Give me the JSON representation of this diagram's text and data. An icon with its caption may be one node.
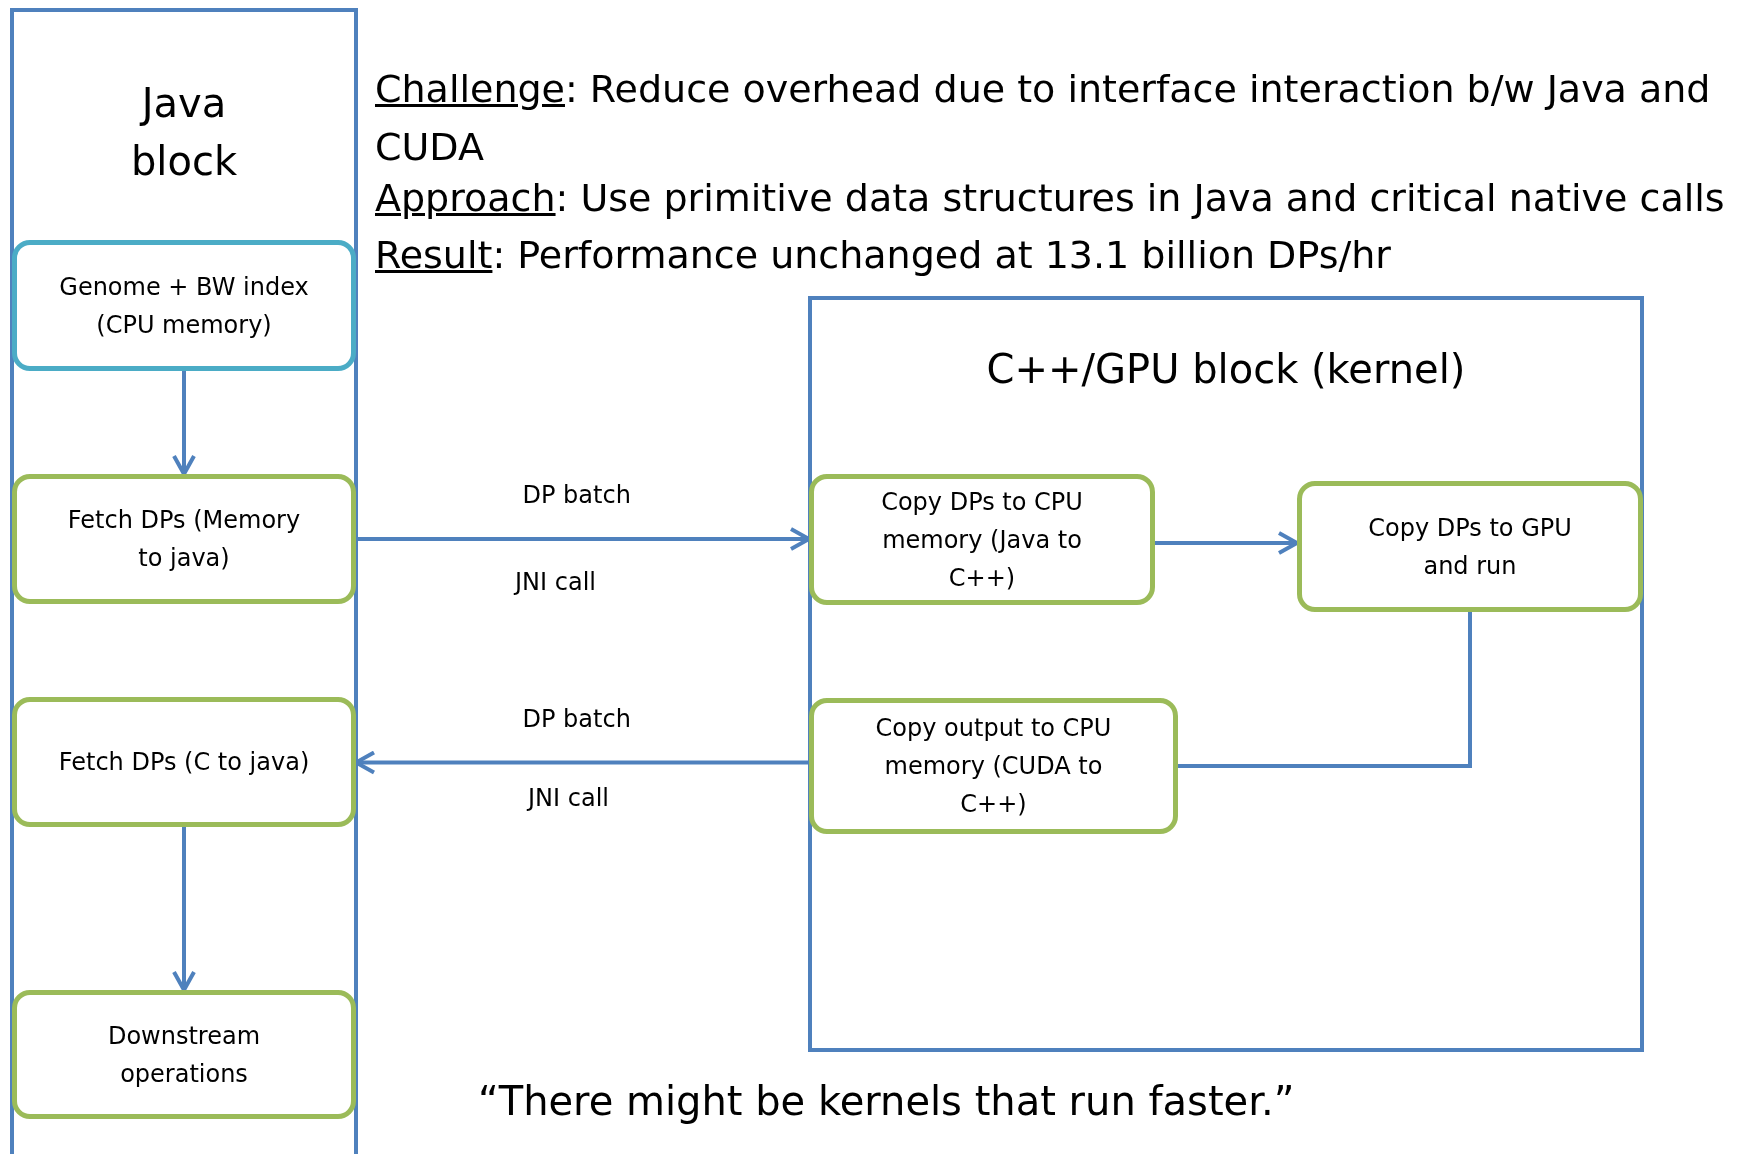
{
  "diagram": {
    "nodes": [
      {
        "text": [
          "Java block"
        ]
      },
      {
        "text": [
          "Genome + BW index (CPU memory)"
        ],
        "in": 0
      },
      {
        "text": [
          "Fetch DPs (Memory to java)"
        ],
        "in": 0
      },
      {
        "text": [
          "Fetch DPs (C to java)"
        ],
        "in": 0
      },
      {
        "text": [
          "Downstream operations"
        ],
        "in": 0
      },
      {
        "text": [
          "C++/GPU block (kernel)"
        ]
      },
      {
        "text": [
          "Copy DPs to CPU memory (Java to C++)"
        ],
        "in": 5
      },
      {
        "text": [
          "Copy DPs to GPU and run"
        ],
        "in": 5
      },
      {
        "text": [
          "Copy  output to CPU memory (CUDA to C++)"
        ],
        "in": 5
      }
    ],
    "edges": [
      {
        "from": 1,
        "to": 2,
        "arrow": "to"
      },
      {
        "from": 2,
        "to": 6,
        "arrow": "to",
        "label": "DP batch"
      },
      {
        "from": 6,
        "to": 7,
        "arrow": "to"
      },
      {
        "from": 7,
        "to": 8,
        "arrow": "none"
      },
      {
        "from": 8,
        "to": 3,
        "arrow": "to",
        "label": "DP batch"
      },
      {
        "from": 3,
        "to": 4,
        "arrow": "to"
      }
    ],
    "labels": [
      "Challenge: Reduce overhead due to interface interaction b/w Java and CUDA",
      "Approach: Use primitive data structures in Java and critical native calls",
      "Result: Performance unchanged at 13.1 billion DPs/hr",
      "JNI call",
      "JNI call",
      "“There might be kernels that run faster.”"
    ]
  }
}
